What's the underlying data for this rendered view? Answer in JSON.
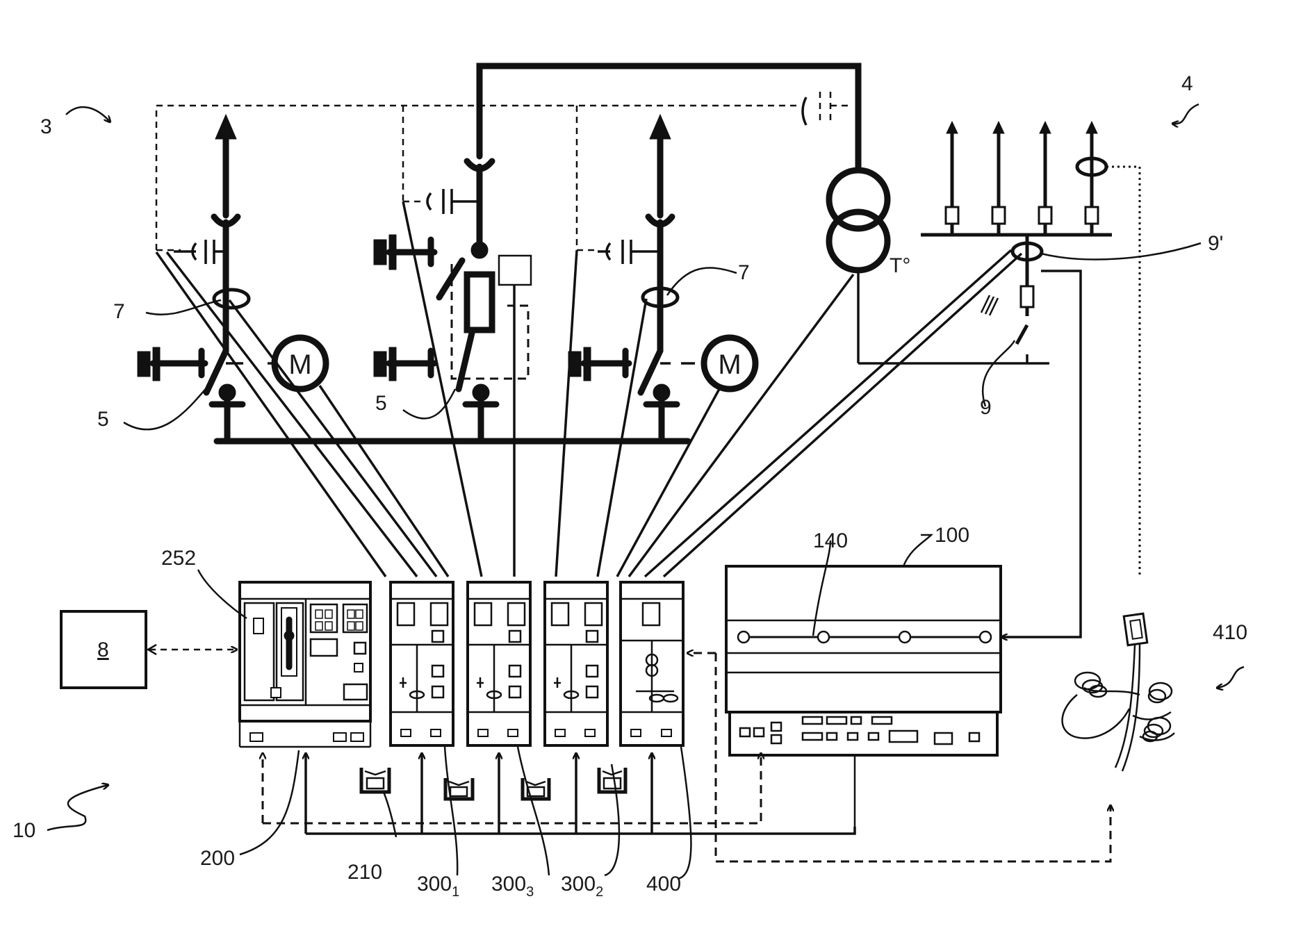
{
  "labels": {
    "l3": "3",
    "l4": "4",
    "l7a": "7",
    "l7b": "7",
    "l5a": "5",
    "l5b": "5",
    "l9": "9",
    "l9p": "9'",
    "temp": "T°",
    "motor_a": "M",
    "motor_b": "M",
    "l8": "8",
    "l10": "10",
    "l100": "100",
    "l140": "140",
    "l252": "252",
    "l410": "410",
    "l200": "200",
    "l210": "210",
    "l300_1": "300",
    "l300_1_sub": "1",
    "l300_3": "300",
    "l300_3_sub": "3",
    "l300_2": "300",
    "l300_2_sub": "2",
    "l400": "400"
  }
}
